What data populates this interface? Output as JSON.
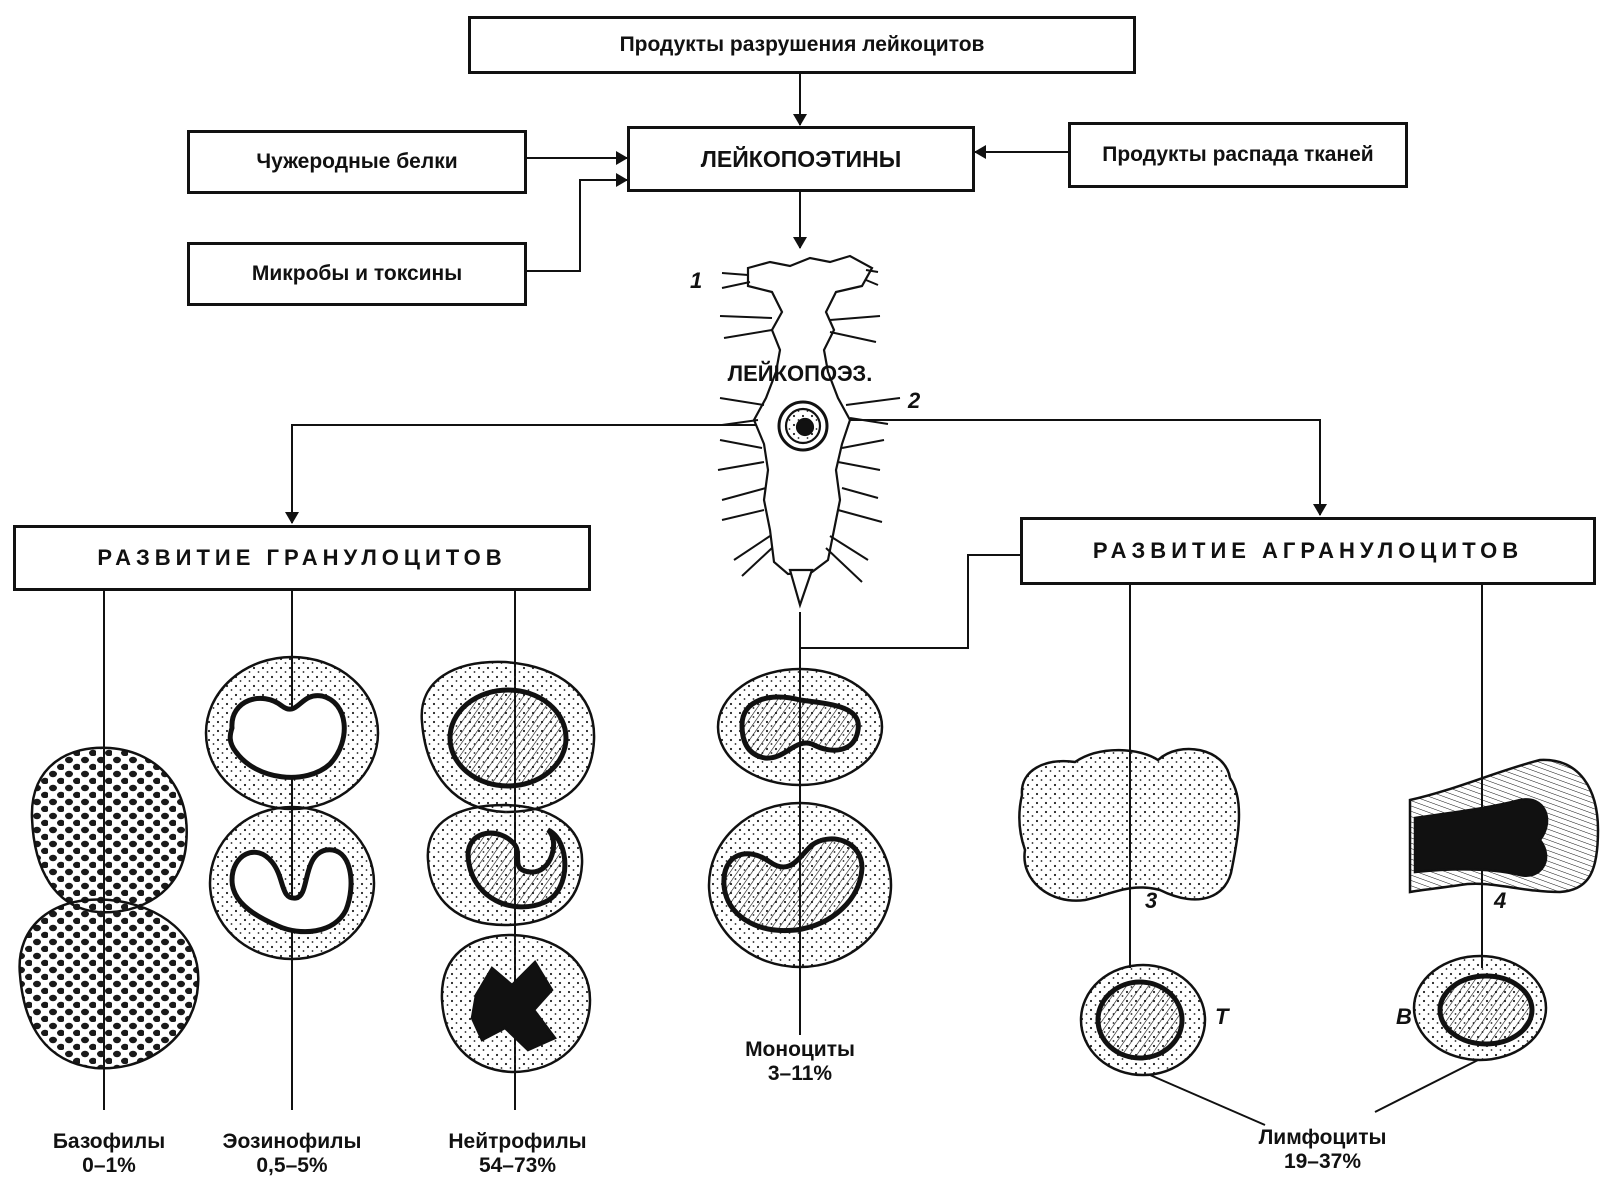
{
  "boxes": {
    "top": "Продукты разрушения лейкоцитов",
    "foreign_proteins": "Чужеродные белки",
    "microbes": "Микробы и токсины",
    "leukopoietins": "ЛЕЙКОПОЭТИНЫ",
    "tissue_decay": "Продукты распада тканей",
    "granulocytes": "РАЗВИТИЕ ГРАНУЛОЦИТОВ",
    "agranulocytes": "РАЗВИТИЕ АГРАНУЛОЦИТОВ"
  },
  "marrow_label": "ЛЕЙКОПОЭЗ.",
  "markers": {
    "m1": "1",
    "m2": "2",
    "m3": "3",
    "m4": "4",
    "t": "Т",
    "b": "В"
  },
  "cells": {
    "basophils": {
      "name": "Базофилы",
      "range": "0–1%"
    },
    "eosinophils": {
      "name": "Эозинофилы",
      "range": "0,5–5%"
    },
    "neutrophils": {
      "name": "Нейтрофилы",
      "range": "54–73%"
    },
    "monocytes": {
      "name": "Моноциты",
      "range": "3–11%"
    },
    "lymphocytes": {
      "name": "Лимфоциты",
      "range": "19–37%"
    }
  }
}
